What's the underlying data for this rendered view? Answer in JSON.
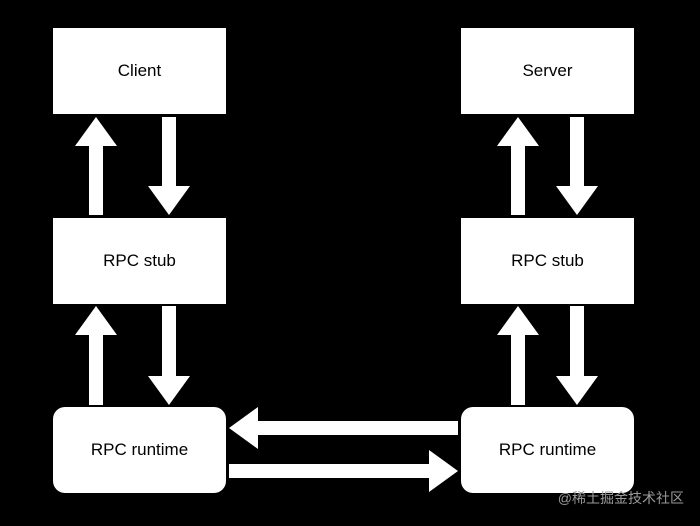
{
  "nodes": {
    "client": "Client",
    "server": "Server",
    "stub_left": "RPC stub",
    "stub_right": "RPC stub",
    "runtime_left": "RPC runtime",
    "runtime_right": "RPC runtime"
  },
  "watermark": "@稀土掘金技术社区",
  "colors": {
    "background": "#000000",
    "box_fill": "#ffffff",
    "arrow_fill": "#ffffff",
    "text": "#000000"
  }
}
